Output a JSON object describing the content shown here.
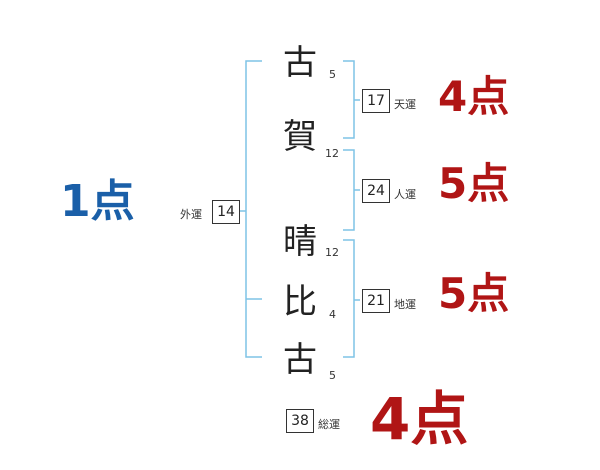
{
  "name": {
    "chars": [
      {
        "char": "古",
        "strokes": "5"
      },
      {
        "char": "賀",
        "strokes": "12"
      },
      {
        "char": "晴",
        "strokes": "12"
      },
      {
        "char": "比",
        "strokes": "4"
      },
      {
        "char": "古",
        "strokes": "5"
      }
    ]
  },
  "gaiun": {
    "label": "外運",
    "value": "14",
    "score": "1点"
  },
  "tenun": {
    "label": "天運",
    "value": "17",
    "score": "4点"
  },
  "jinun": {
    "label": "人運",
    "value": "24",
    "score": "5点"
  },
  "chiun": {
    "label": "地運",
    "value": "21",
    "score": "5点"
  },
  "souun": {
    "label": "総運",
    "value": "38",
    "score": "4点"
  },
  "colors": {
    "bracket": "#7ec3e6",
    "score_red": "#b01515",
    "score_blue": "#1a5fa8"
  }
}
